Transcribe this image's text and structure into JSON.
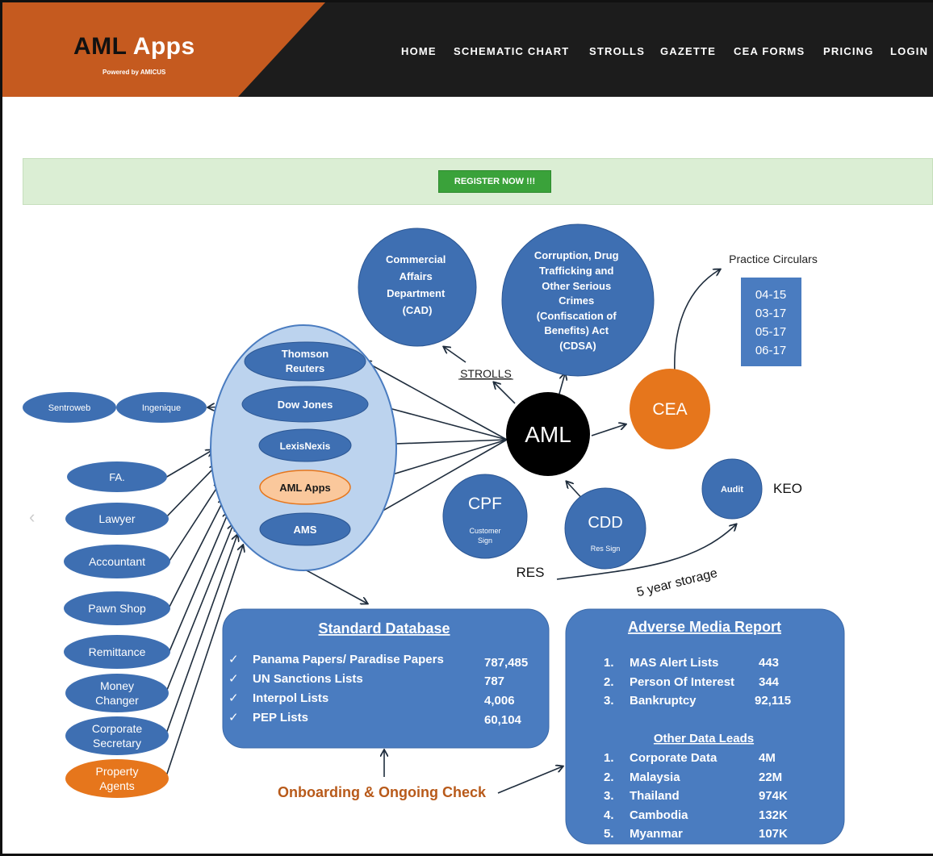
{
  "brand": {
    "name_part1": "AML",
    "name_part2": "Apps",
    "tagline": "Powered by AMICUS"
  },
  "nav": [
    "HOME",
    "SCHEMATIC CHART",
    "STROLLS",
    "GAZETTE",
    "CEA FORMS",
    "PRICING",
    "LOGIN"
  ],
  "banner": {
    "register_label": "REGISTER NOW !!!"
  },
  "carousel": {
    "prev_icon": "chevron-left-icon",
    "prev_glyph": "‹"
  },
  "diagram": {
    "center": "AML",
    "cad": [
      "Commercial",
      "Affairs",
      "Department",
      "(CAD)"
    ],
    "cdsa": [
      "Corruption, Drug",
      "Trafficking and",
      "Other Serious",
      "Crimes",
      "(Confiscation of",
      "Benefits) Act",
      "(CDSA)"
    ],
    "strolls": "STROLLS",
    "practice_circulars": {
      "title": "Practice Circulars",
      "items": [
        "04-15",
        "03-17",
        "05-17",
        "06-17"
      ]
    },
    "cea": "CEA",
    "providers": [
      "Thomson Reuters",
      "Dow Jones",
      "LexisNexis",
      "AML Apps",
      "AMS"
    ],
    "vendors": [
      "Sentroweb",
      "Ingenique"
    ],
    "sources": [
      "FA.",
      "Lawyer",
      "Accountant",
      "Pawn Shop",
      "Remittance",
      "Money Changer",
      "Corporate Secretary",
      "Property Agents"
    ],
    "cpf": {
      "title": "CPF",
      "sub1": "Customer",
      "sub2": "Sign"
    },
    "cdd": {
      "title": "CDD",
      "sub": "Res Sign"
    },
    "audit": "Audit",
    "keo": "KEO",
    "res": "RES",
    "storage": "5 year storage",
    "standard_db": {
      "title": "Standard Database",
      "rows": [
        {
          "label": "Panama Papers/ Paradise Papers",
          "value": "787,485"
        },
        {
          "label": "UN Sanctions Lists",
          "value": "787"
        },
        {
          "label": "Interpol Lists",
          "value": "4,006"
        },
        {
          "label": "PEP Lists",
          "value": "60,104"
        }
      ]
    },
    "adverse": {
      "title": "Adverse Media Report",
      "rows": [
        {
          "num": "1.",
          "label": "MAS Alert Lists",
          "value": "443"
        },
        {
          "num": "2.",
          "label": "Person Of Interest",
          "value": "344"
        },
        {
          "num": "3.",
          "label": "Bankruptcy",
          "value": "92,115"
        }
      ],
      "other_title": "Other Data Leads",
      "other": [
        {
          "num": "1.",
          "label": "Corporate Data",
          "value": "4M"
        },
        {
          "num": "2.",
          "label": "Malaysia",
          "value": "22M"
        },
        {
          "num": "3.",
          "label": "Thailand",
          "value": "974K"
        },
        {
          "num": "4.",
          "label": "Cambodia",
          "value": "132K"
        },
        {
          "num": "5.",
          "label": "Myanmar",
          "value": "107K"
        }
      ]
    },
    "onboarding": "Onboarding & Ongoing Check"
  },
  "colors": {
    "blue": "#4a7cc0",
    "orange": "#e6761c",
    "brand_orange": "#c55a1f",
    "header_dark": "#1c1c1c"
  }
}
